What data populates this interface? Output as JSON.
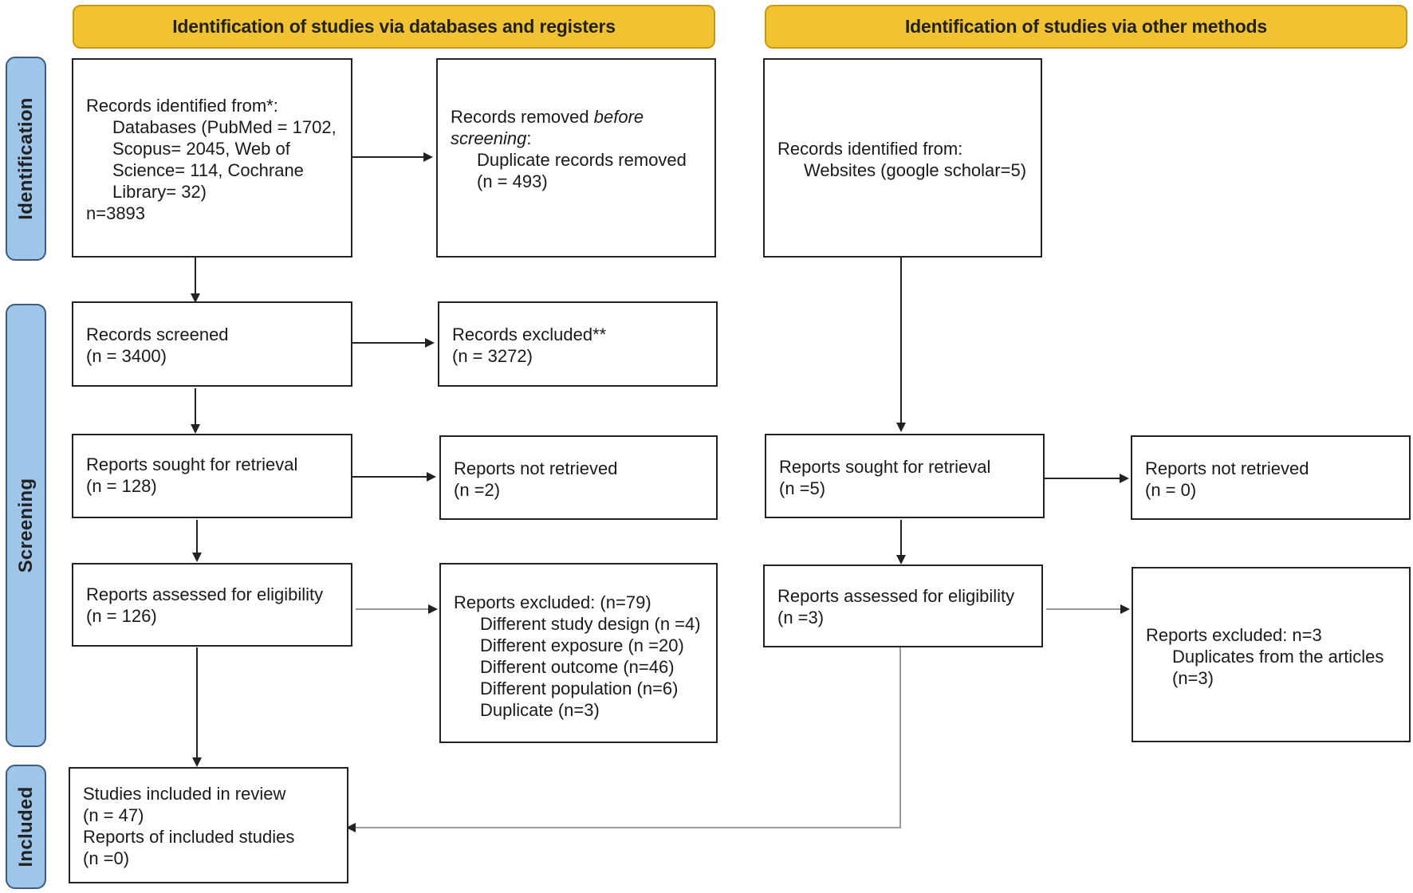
{
  "headers": {
    "databases": "Identification of studies via databases and registers",
    "other": "Identification of studies via other methods"
  },
  "side_labels": {
    "identification": "Identification",
    "screening": "Screening",
    "included": "Included"
  },
  "db": {
    "records_identified": {
      "line1": "Records identified from*:",
      "databases_line": "Databases (PubMed = 1702, Scopus= 2045, Web of Science= 114, Cochrane Library= 32)",
      "n": "n=3893"
    },
    "records_removed": {
      "prefix": "Records removed ",
      "italic1": "before",
      "italic2": "screening",
      "suffix": ":",
      "duplicates": "Duplicate records removed",
      "n": "(n = 493)"
    },
    "records_screened": {
      "label": "Records screened",
      "n": "(n = 3400)"
    },
    "records_excluded": {
      "label": "Records excluded**",
      "n": "(n = 3272)"
    },
    "reports_sought": {
      "label": "Reports sought for retrieval",
      "n": "(n = 128)"
    },
    "reports_not_retrieved": {
      "label": "Reports not retrieved",
      "n": "(n =2)"
    },
    "reports_assessed": {
      "label": "Reports assessed for eligibility",
      "n": "(n = 126)"
    },
    "reports_excluded": {
      "label": "Reports excluded: (n=79)",
      "reasons": [
        "Different study design (n =4)",
        "Different exposure (n =20)",
        "Different outcome (n=46)",
        "Different population (n=6)",
        "Duplicate (n=3)"
      ]
    },
    "studies_included": {
      "label": "Studies included in review",
      "n": "(n = 47)",
      "reports_label": "Reports of included studies",
      "reports_n": "(n =0)"
    }
  },
  "other": {
    "records_identified": {
      "line1": "Records identified from:",
      "websites": "Websites (google scholar=5)"
    },
    "reports_sought": {
      "label": "Reports sought for retrieval",
      "n": "(n =5)"
    },
    "reports_not_retrieved": {
      "label": "Reports not retrieved",
      "n": "(n = 0)"
    },
    "reports_assessed": {
      "label": "Reports assessed for eligibility",
      "n": "(n =3)"
    },
    "reports_excluded": {
      "label": "Reports excluded: n=3",
      "reason": "Duplicates from the articles",
      "reason_n": "(n=3)"
    }
  },
  "colors": {
    "header_fill": "#f1c232",
    "side_fill": "#9fc5e8",
    "box_border": "#222222",
    "arrow_dark": "#222222",
    "arrow_light": "#9a9a9a"
  }
}
